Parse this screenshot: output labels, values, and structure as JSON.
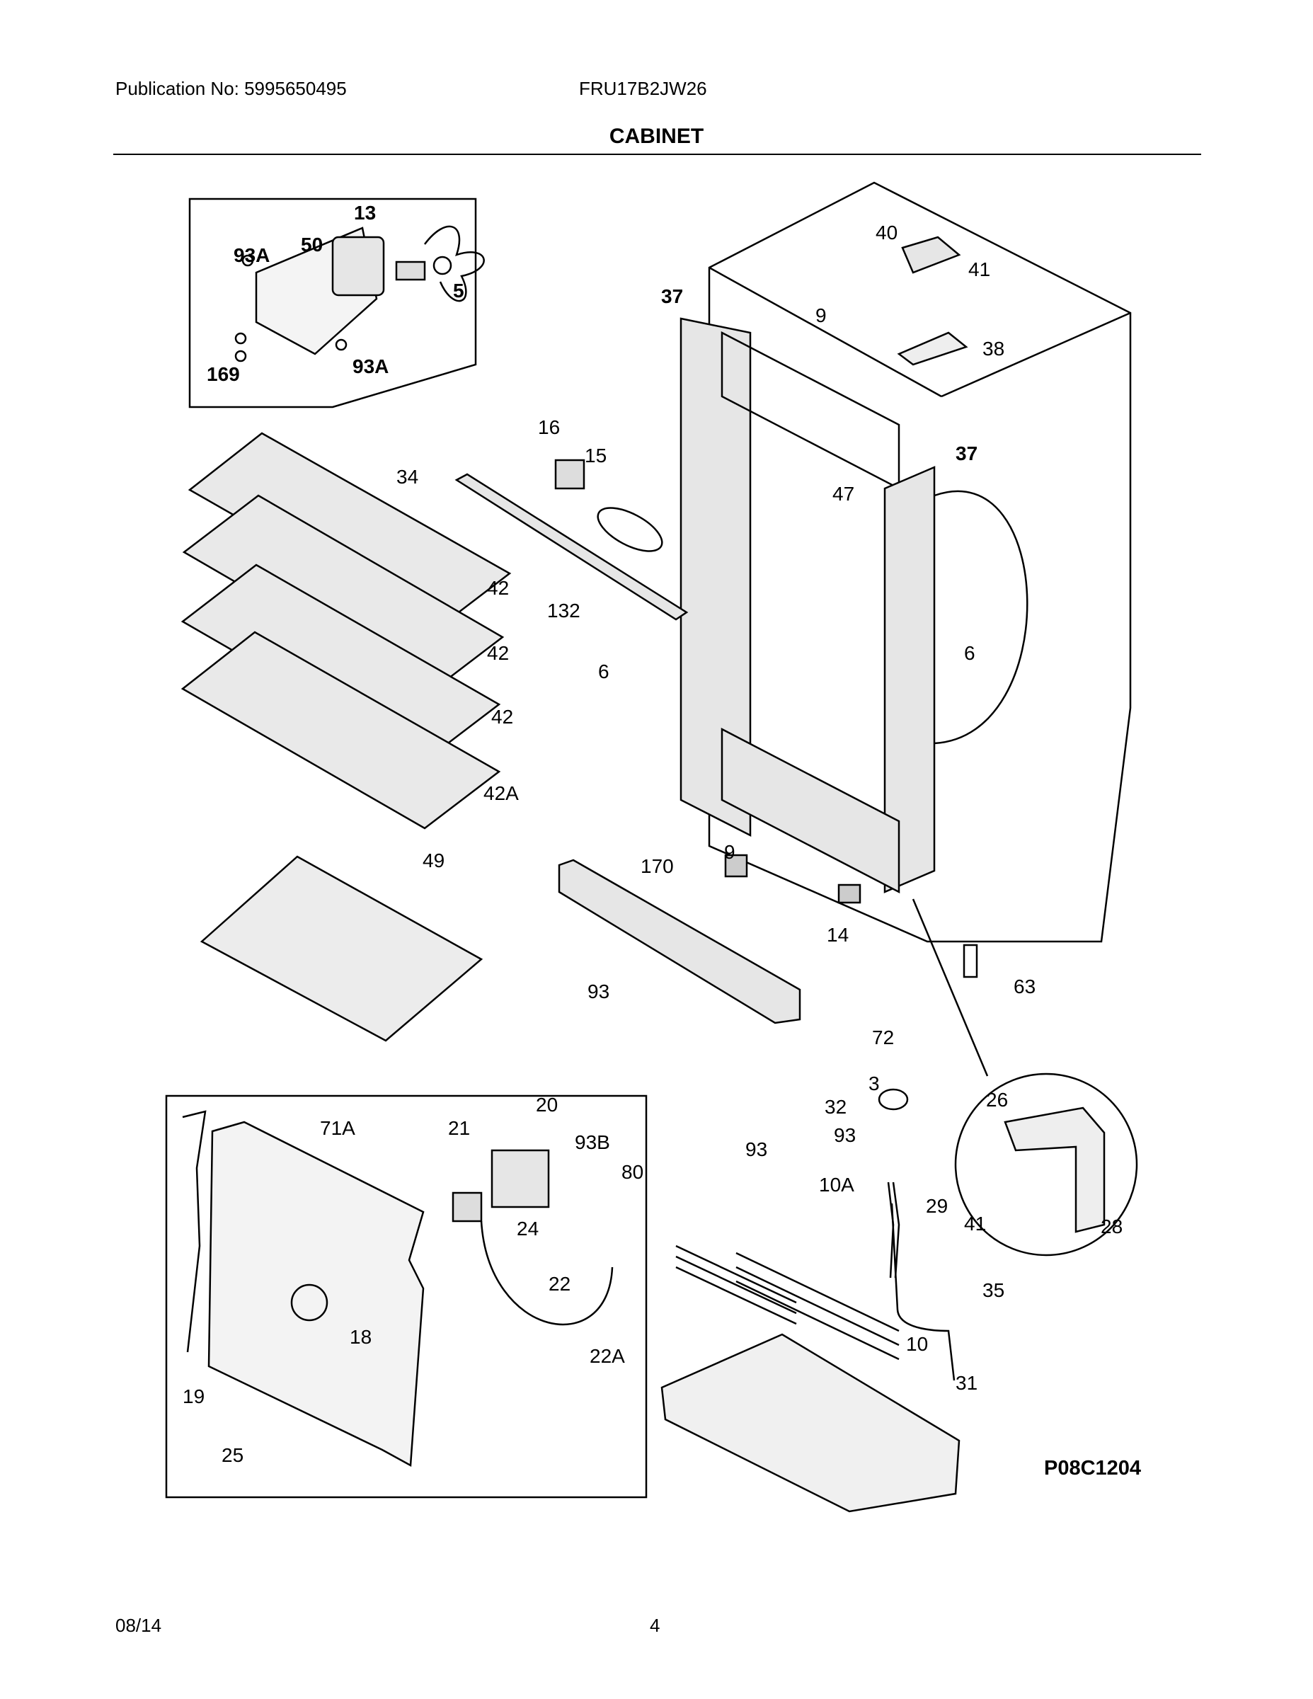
{
  "header": {
    "publication": "Publication No: 5995650495",
    "model": "FRU17B2JW26",
    "section_title": "CABINET"
  },
  "footer": {
    "date": "08/14",
    "page_number": "4"
  },
  "diagram": {
    "figure_code": "P08C1204",
    "callouts": {
      "c13": "13",
      "c50": "50",
      "c93a_top": "93A",
      "c5": "5",
      "c169": "169",
      "c93a_bot": "93A",
      "c40": "40",
      "c41_top": "41",
      "c37_top": "37",
      "c9_top": "9",
      "c38": "38",
      "c37_right": "37",
      "c16": "16",
      "c15": "15",
      "c34": "34",
      "c47": "47",
      "c42_a": "42",
      "c132": "132",
      "c42_b": "42",
      "c6_left": "6",
      "c6_right": "6",
      "c42_c": "42",
      "c42a": "42A",
      "c49": "49",
      "c9_bot": "9",
      "c170": "170",
      "c14": "14",
      "c63": "63",
      "c93_mid": "93",
      "c72": "72",
      "c71a": "71A",
      "c21": "21",
      "c20": "20",
      "c93b": "93B",
      "c80": "80",
      "c24": "24",
      "c22": "22",
      "c22a": "22A",
      "c18": "18",
      "c19": "19",
      "c25": "25",
      "c3": "3",
      "c32": "32",
      "c93_h1": "93",
      "c93_h2": "93",
      "c10a": "10A",
      "c29": "29",
      "c35": "35",
      "c10": "10",
      "c31": "31",
      "c26": "26",
      "c41_bot": "41",
      "c28": "28"
    }
  }
}
